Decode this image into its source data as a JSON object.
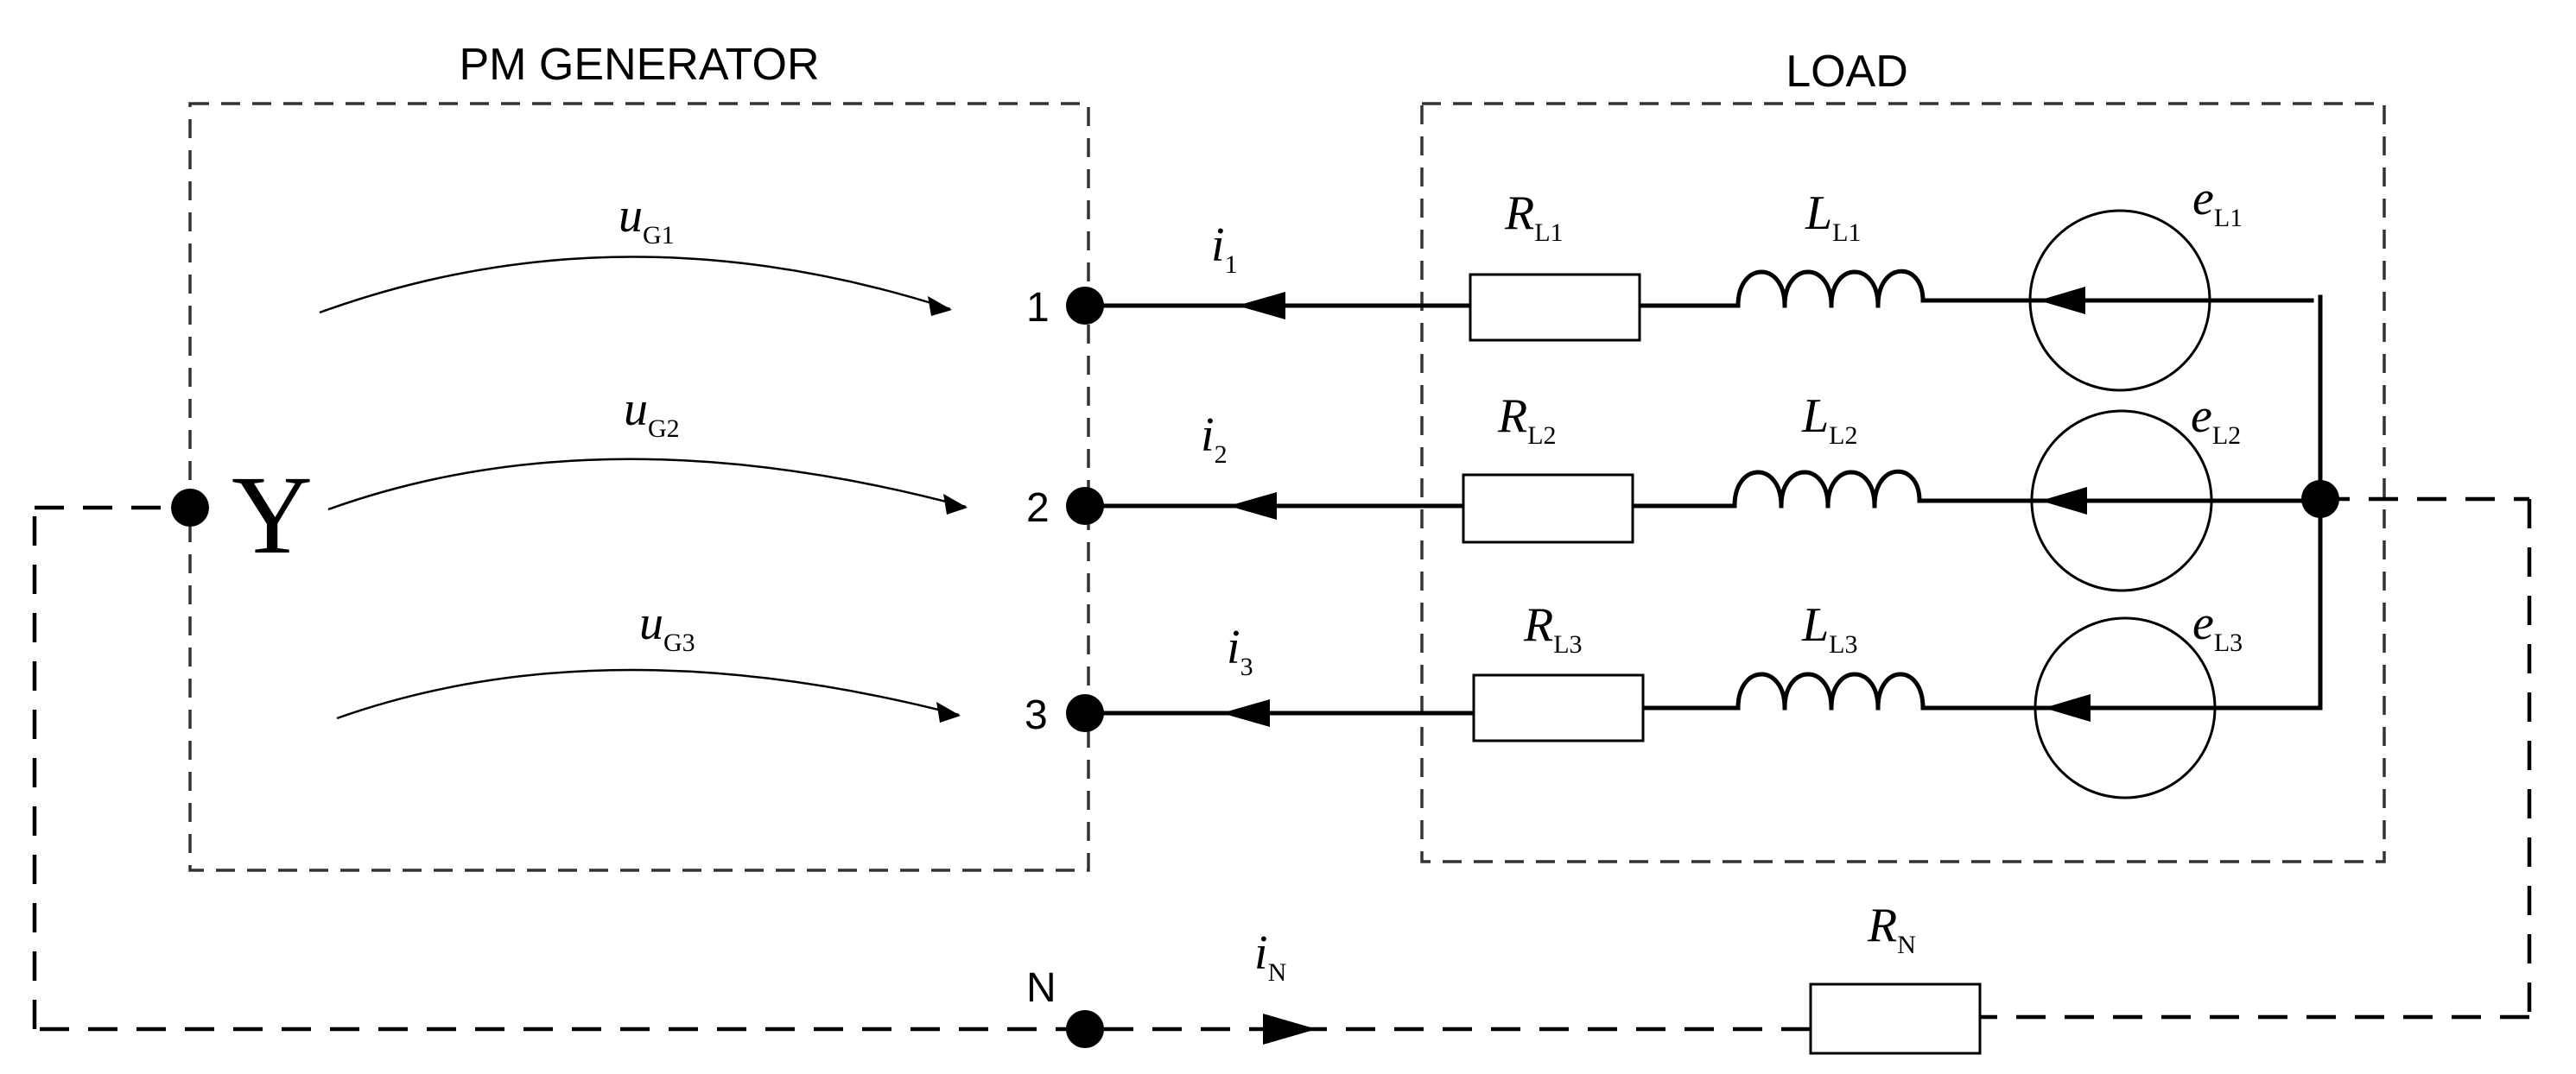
{
  "generator": {
    "title": "PM GENERATOR",
    "star_symbol": "Y",
    "voltages": [
      {
        "symbol": "u",
        "subscript": "G1"
      },
      {
        "symbol": "u",
        "subscript": "G2"
      },
      {
        "symbol": "u",
        "subscript": "G3"
      }
    ]
  },
  "terminals": [
    "1",
    "2",
    "3",
    "N"
  ],
  "currents": [
    {
      "symbol": "i",
      "subscript": "1"
    },
    {
      "symbol": "i",
      "subscript": "2"
    },
    {
      "symbol": "i",
      "subscript": "3"
    },
    {
      "symbol": "i",
      "subscript": "N"
    }
  ],
  "load": {
    "title": "LOAD",
    "resistors": [
      {
        "symbol": "R",
        "subscript": "L1"
      },
      {
        "symbol": "R",
        "subscript": "L2"
      },
      {
        "symbol": "R",
        "subscript": "L3"
      }
    ],
    "inductors": [
      {
        "symbol": "L",
        "subscript": "L1"
      },
      {
        "symbol": "L",
        "subscript": "L2"
      },
      {
        "symbol": "L",
        "subscript": "L3"
      }
    ],
    "sources": [
      {
        "symbol": "e",
        "subscript": "L1"
      },
      {
        "symbol": "e",
        "subscript": "L2"
      },
      {
        "symbol": "e",
        "subscript": "L3"
      }
    ]
  },
  "neutral_resistor": {
    "symbol": "R",
    "subscript": "N"
  }
}
